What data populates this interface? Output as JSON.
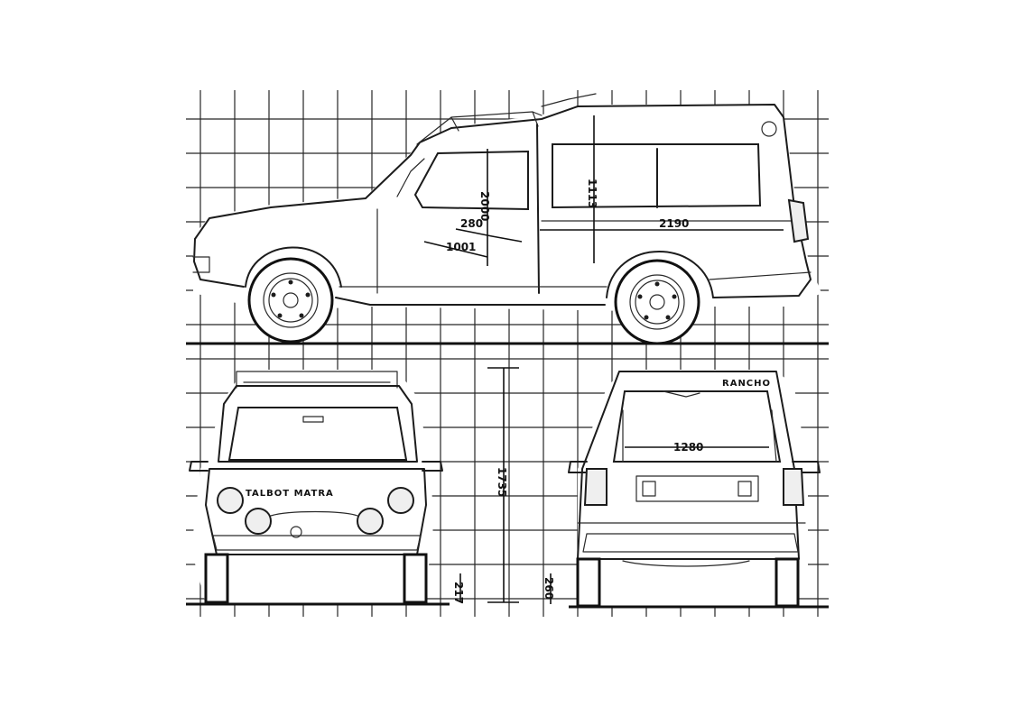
{
  "dimensions": {
    "d1": "2000",
    "d2": "1113",
    "d3": "2190",
    "d4": "280",
    "d5": "1001",
    "d6": "1735",
    "d7": "217",
    "d8": "1280",
    "d9": "260"
  },
  "text": {
    "front_badge": "TALBOT MATRA",
    "rear_label": "RANCHO"
  }
}
